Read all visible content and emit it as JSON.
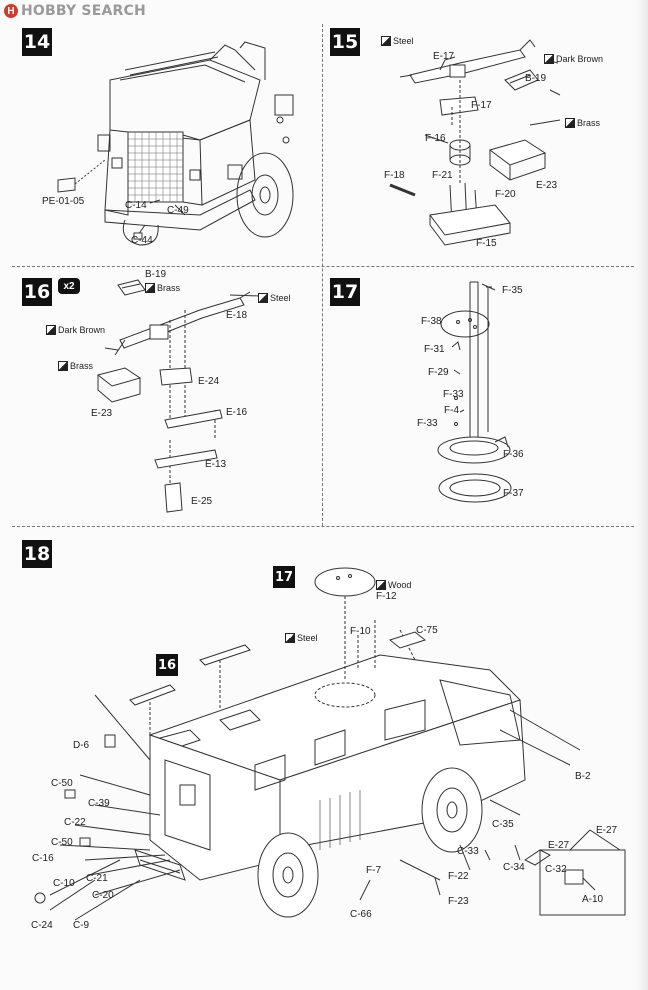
{
  "site": {
    "logo_text": "HOBBY SEARCH",
    "logo_mark": "H"
  },
  "steps": {
    "s14": {
      "number": "14"
    },
    "s15": {
      "number": "15"
    },
    "s16": {
      "number": "16",
      "multiplier": "x2"
    },
    "s17": {
      "number": "17"
    },
    "s18": {
      "number": "18",
      "refs": [
        "17",
        "16"
      ]
    }
  },
  "labels": {
    "s14": [
      "PE-01-05",
      "C-14",
      "C-49",
      "C-44"
    ],
    "s15": [
      "E-17",
      "B-19",
      "F-17",
      "F-16",
      "F-18",
      "F-21",
      "F-20",
      "E-23",
      "F-15"
    ],
    "s16": [
      "B-19",
      "E-18",
      "E-24",
      "E-23",
      "E-16",
      "E-13",
      "E-25"
    ],
    "s17": [
      "F-35",
      "F-38",
      "F-31",
      "F-29",
      "F-33",
      "F-4",
      "F-33",
      "F-36",
      "F-37"
    ],
    "s18": [
      "F-12",
      "F-10",
      "C-75",
      "D-6",
      "C-50",
      "C-39",
      "C-22",
      "C-50",
      "C-16",
      "C-10",
      "C-21",
      "C-20",
      "C-24",
      "C-9",
      "B-2",
      "C-35",
      "E-27",
      "E-27",
      "C-33",
      "C-34",
      "F-22",
      "F-23",
      "F-7",
      "C-66",
      "C-32",
      "A-10"
    ]
  },
  "paints": {
    "steel": "Steel",
    "dark_brown": "Dark Brown",
    "brass": "Brass",
    "wood": "Wood"
  },
  "colors": {
    "logo_red": "#d23a2a",
    "ink": "#222222",
    "badge": "#111111"
  }
}
